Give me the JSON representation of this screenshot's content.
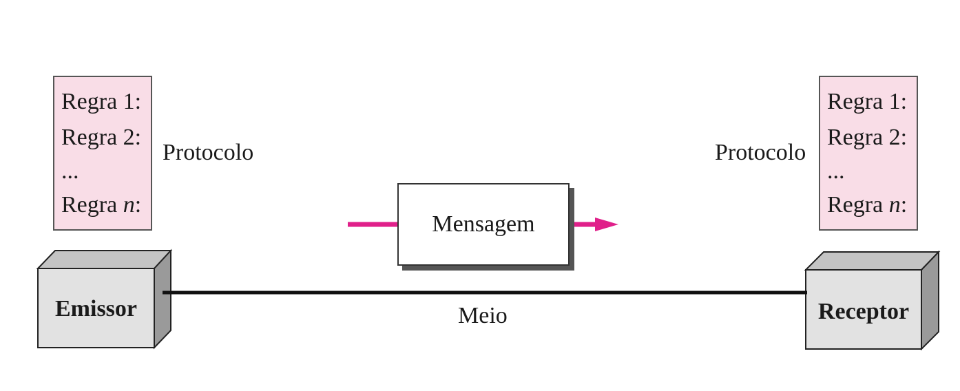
{
  "sender": {
    "rules": [
      "Regra 1:",
      "Regra 2:",
      "...",
      "Regra "
    ],
    "rule_n_suffix": "n",
    "rule_colon": ":",
    "protocol_label": "Protocolo",
    "device_label": "Emissor"
  },
  "receiver": {
    "rules": [
      "Regra 1:",
      "Regra 2:",
      "...",
      "Regra "
    ],
    "rule_n_suffix": "n",
    "rule_colon": ":",
    "protocol_label": "Protocolo",
    "device_label": "Receptor"
  },
  "message_label": "Mensagem",
  "medium_label": "Meio",
  "colors": {
    "rule_box_fill": "#f9dde7",
    "arrow": "#e0208a",
    "device_face": "#e2e2e2",
    "device_side": "#9a9a9a",
    "device_top": "#c4c4c4"
  }
}
